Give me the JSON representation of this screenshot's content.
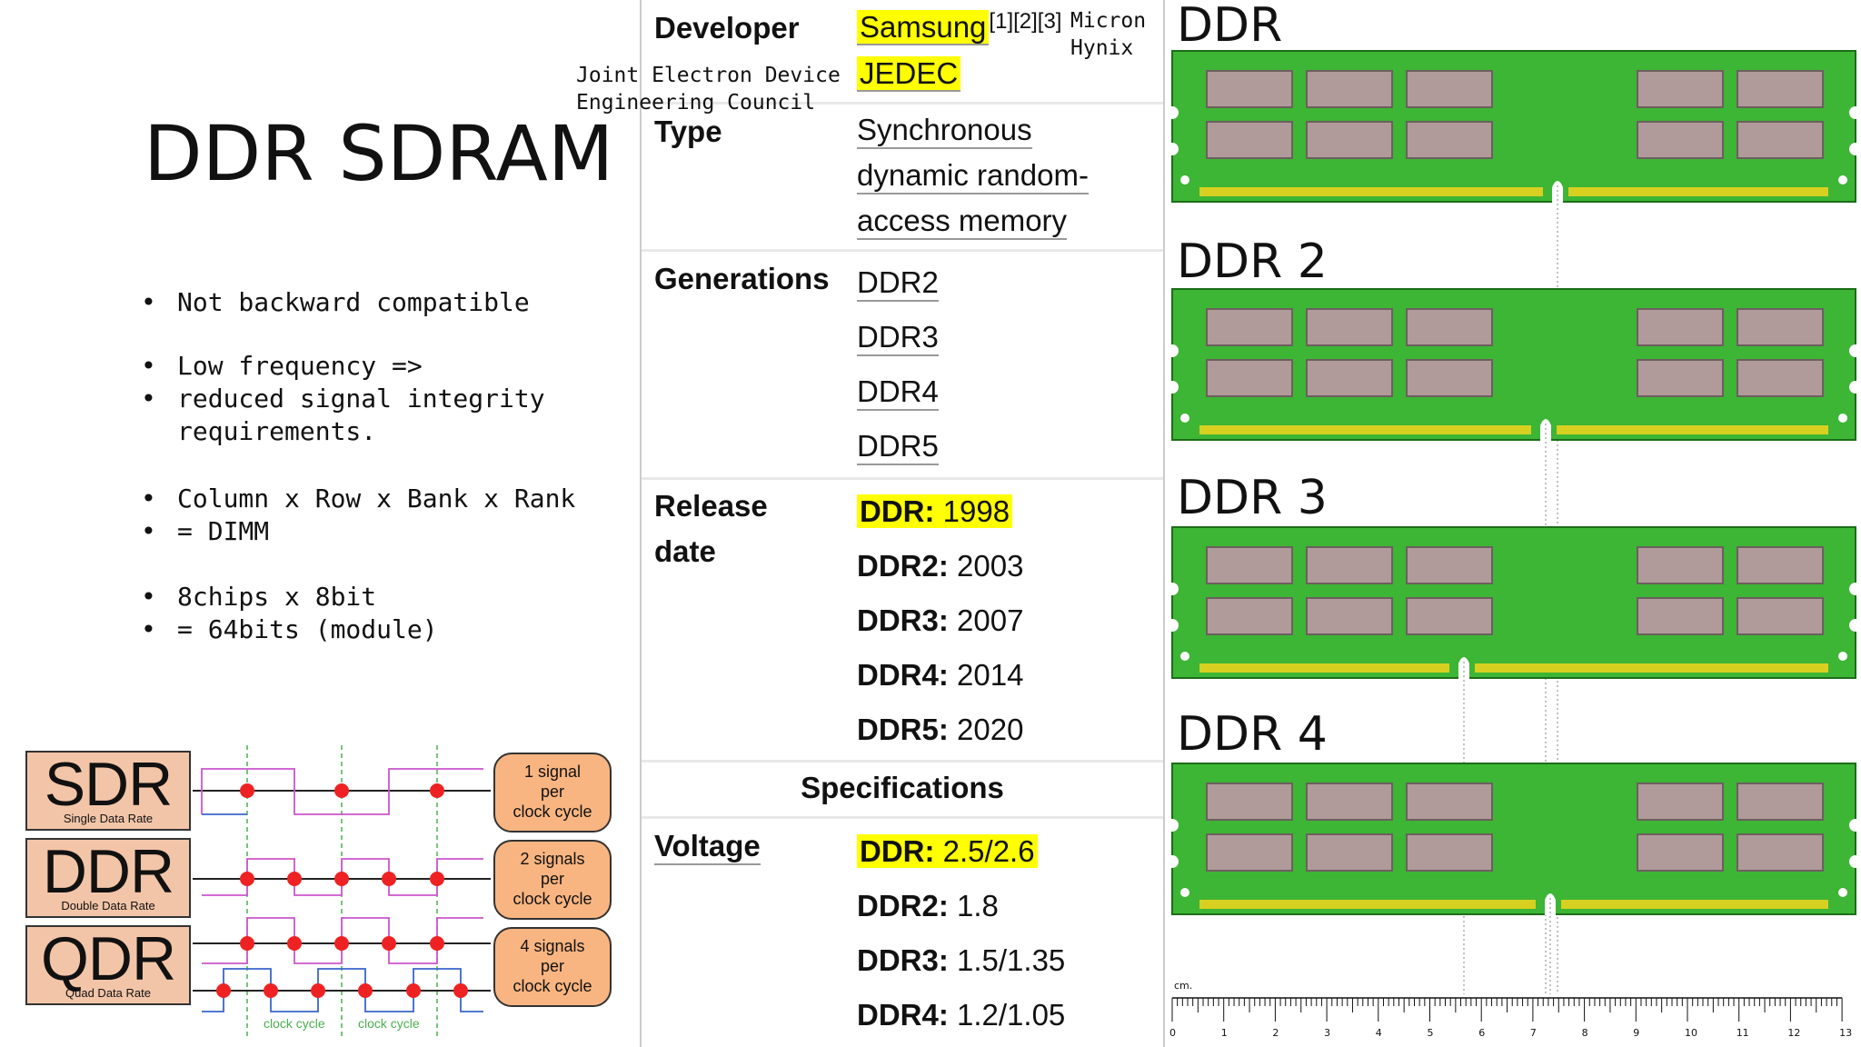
{
  "slide": {
    "title": "DDR SDRAM",
    "bullets": [
      {
        "dot": "•",
        "text": "Not backward compatible"
      },
      {
        "dot": "•",
        "text": "Low frequency =>"
      },
      {
        "dot": "•",
        "text": "reduced signal integrity"
      },
      {
        "dot": "",
        "text": "requirements."
      },
      {
        "dot": "•",
        "text": "Column x Row x Bank x Rank"
      },
      {
        "dot": "•",
        "text": "= DIMM"
      },
      {
        "dot": "•",
        "text": "8chips x 8bit"
      },
      {
        "dot": "•",
        "text": "= 64bits (module)"
      }
    ]
  },
  "rates": [
    {
      "abbr": "SDR",
      "full": "Single Data Rate",
      "l1": "1 signal",
      "l2": "per",
      "l3": "clock cycle"
    },
    {
      "abbr": "DDR",
      "full": "Double Data Rate",
      "l1": "2 signals",
      "l2": "per",
      "l3": "clock cycle"
    },
    {
      "abbr": "QDR",
      "full": "Quad Data Rate",
      "l1": "4 signals",
      "l2": "per",
      "l3": "clock cycle"
    }
  ],
  "clock_labels": [
    "clock cycle",
    "clock cycle"
  ],
  "infobox": {
    "developer_label": "Developer",
    "samsung": "Samsung",
    "refs": "[1][2][3]",
    "micron": "Micron",
    "hynix": "Hynix",
    "jedec_full_1": "Joint Electron Device",
    "jedec_full_2": "Engineering Council",
    "jedec": "JEDEC",
    "type_label": "Type",
    "type_lines": [
      "Synchronous",
      "dynamic random-",
      "access memory"
    ],
    "generations_label": "Generations",
    "generations": [
      "DDR2",
      "DDR3",
      "DDR4",
      "DDR5"
    ],
    "release_label_1": "Release",
    "release_label_2": "date",
    "releases": [
      {
        "k": "DDR:",
        "v": " 1998"
      },
      {
        "k": "DDR2:",
        "v": " 2003"
      },
      {
        "k": "DDR3:",
        "v": " 2007"
      },
      {
        "k": "DDR4:",
        "v": " 2014"
      },
      {
        "k": "DDR5:",
        "v": " 2020"
      }
    ],
    "spec_header": "Specifications",
    "voltage_label": "Voltage",
    "voltages": [
      {
        "k": "DDR:",
        "v": " 2.5/2.6"
      },
      {
        "k": "DDR2:",
        "v": " 1.8"
      },
      {
        "k": "DDR3:",
        "v": " 1.5/1.35"
      },
      {
        "k": "DDR4:",
        "v": " 1.2/1.05"
      }
    ]
  },
  "modules": [
    "DDR",
    "DDR 2",
    "DDR 3",
    "DDR 4"
  ],
  "ruler": {
    "unit": "cm.",
    "ticks": [
      "0",
      "1",
      "2",
      "3",
      "4",
      "5",
      "6",
      "7",
      "8",
      "9",
      "10",
      "11",
      "12",
      "13"
    ]
  },
  "colors": {
    "pcb": "#3db535",
    "chip": "#b09a9a",
    "gold": "#d8d020",
    "highlight": "#ffff00",
    "rate_box": "#f3c5a8",
    "signal_box": "#f9b581",
    "clock_line": "#cc55cc",
    "dot": "#ee2222"
  }
}
